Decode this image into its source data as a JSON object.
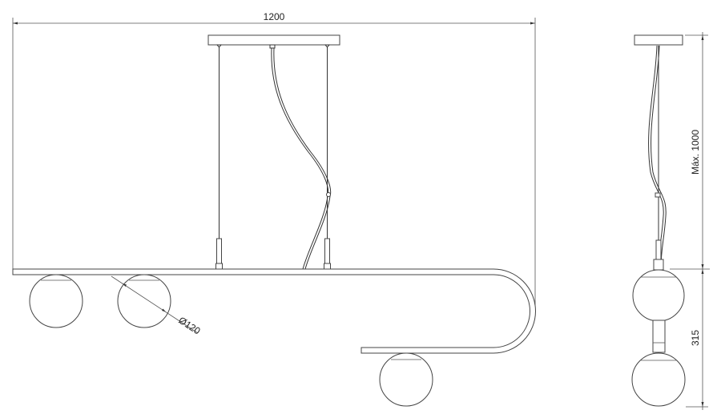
{
  "drawing": {
    "front_view": {
      "width_dimension": "1200",
      "globe_diameter": "Ø120"
    },
    "side_view": {
      "height_dimension": "Máx. 1000",
      "body_dimension": "315"
    }
  }
}
